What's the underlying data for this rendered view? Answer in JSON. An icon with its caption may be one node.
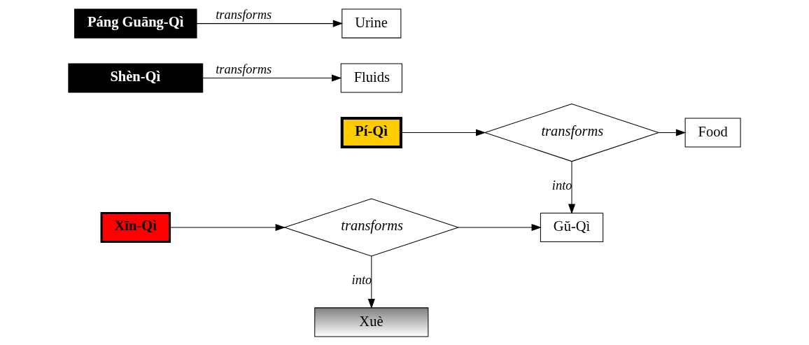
{
  "diagram": {
    "nodes": [
      {
        "text": [
          "Pí-Qì"
        ]
      },
      {
        "text": [
          "transforms"
        ]
      },
      {
        "text": [
          "Food"
        ]
      },
      {
        "text": [
          "Xīn-Qì"
        ]
      },
      {
        "text": [
          "transforms"
        ]
      },
      {
        "text": [
          "Gŭ-Qì"
        ]
      },
      {
        "text": [
          "Xuè"
        ]
      },
      {
        "text": [
          "Shèn-Qì"
        ]
      },
      {
        "text": [
          "Fluids"
        ]
      },
      {
        "text": [
          "Páng Guāng-Qì"
        ]
      },
      {
        "text": [
          "Urine"
        ]
      }
    ],
    "edges": [
      {
        "from": 0,
        "to": 1,
        "arrow": "to"
      },
      {
        "from": 1,
        "to": 2,
        "arrow": "to"
      },
      {
        "from": 1,
        "to": 5,
        "arrow": "to",
        "label": "into"
      },
      {
        "from": 3,
        "to": 4,
        "arrow": "to"
      },
      {
        "from": 4,
        "to": 5,
        "arrow": "to"
      },
      {
        "from": 4,
        "to": 6,
        "arrow": "to",
        "label": "into"
      },
      {
        "from": 7,
        "to": 8,
        "arrow": "to",
        "label": "transforms"
      },
      {
        "from": 9,
        "to": 10,
        "arrow": "to",
        "label": "transforms"
      }
    ]
  }
}
